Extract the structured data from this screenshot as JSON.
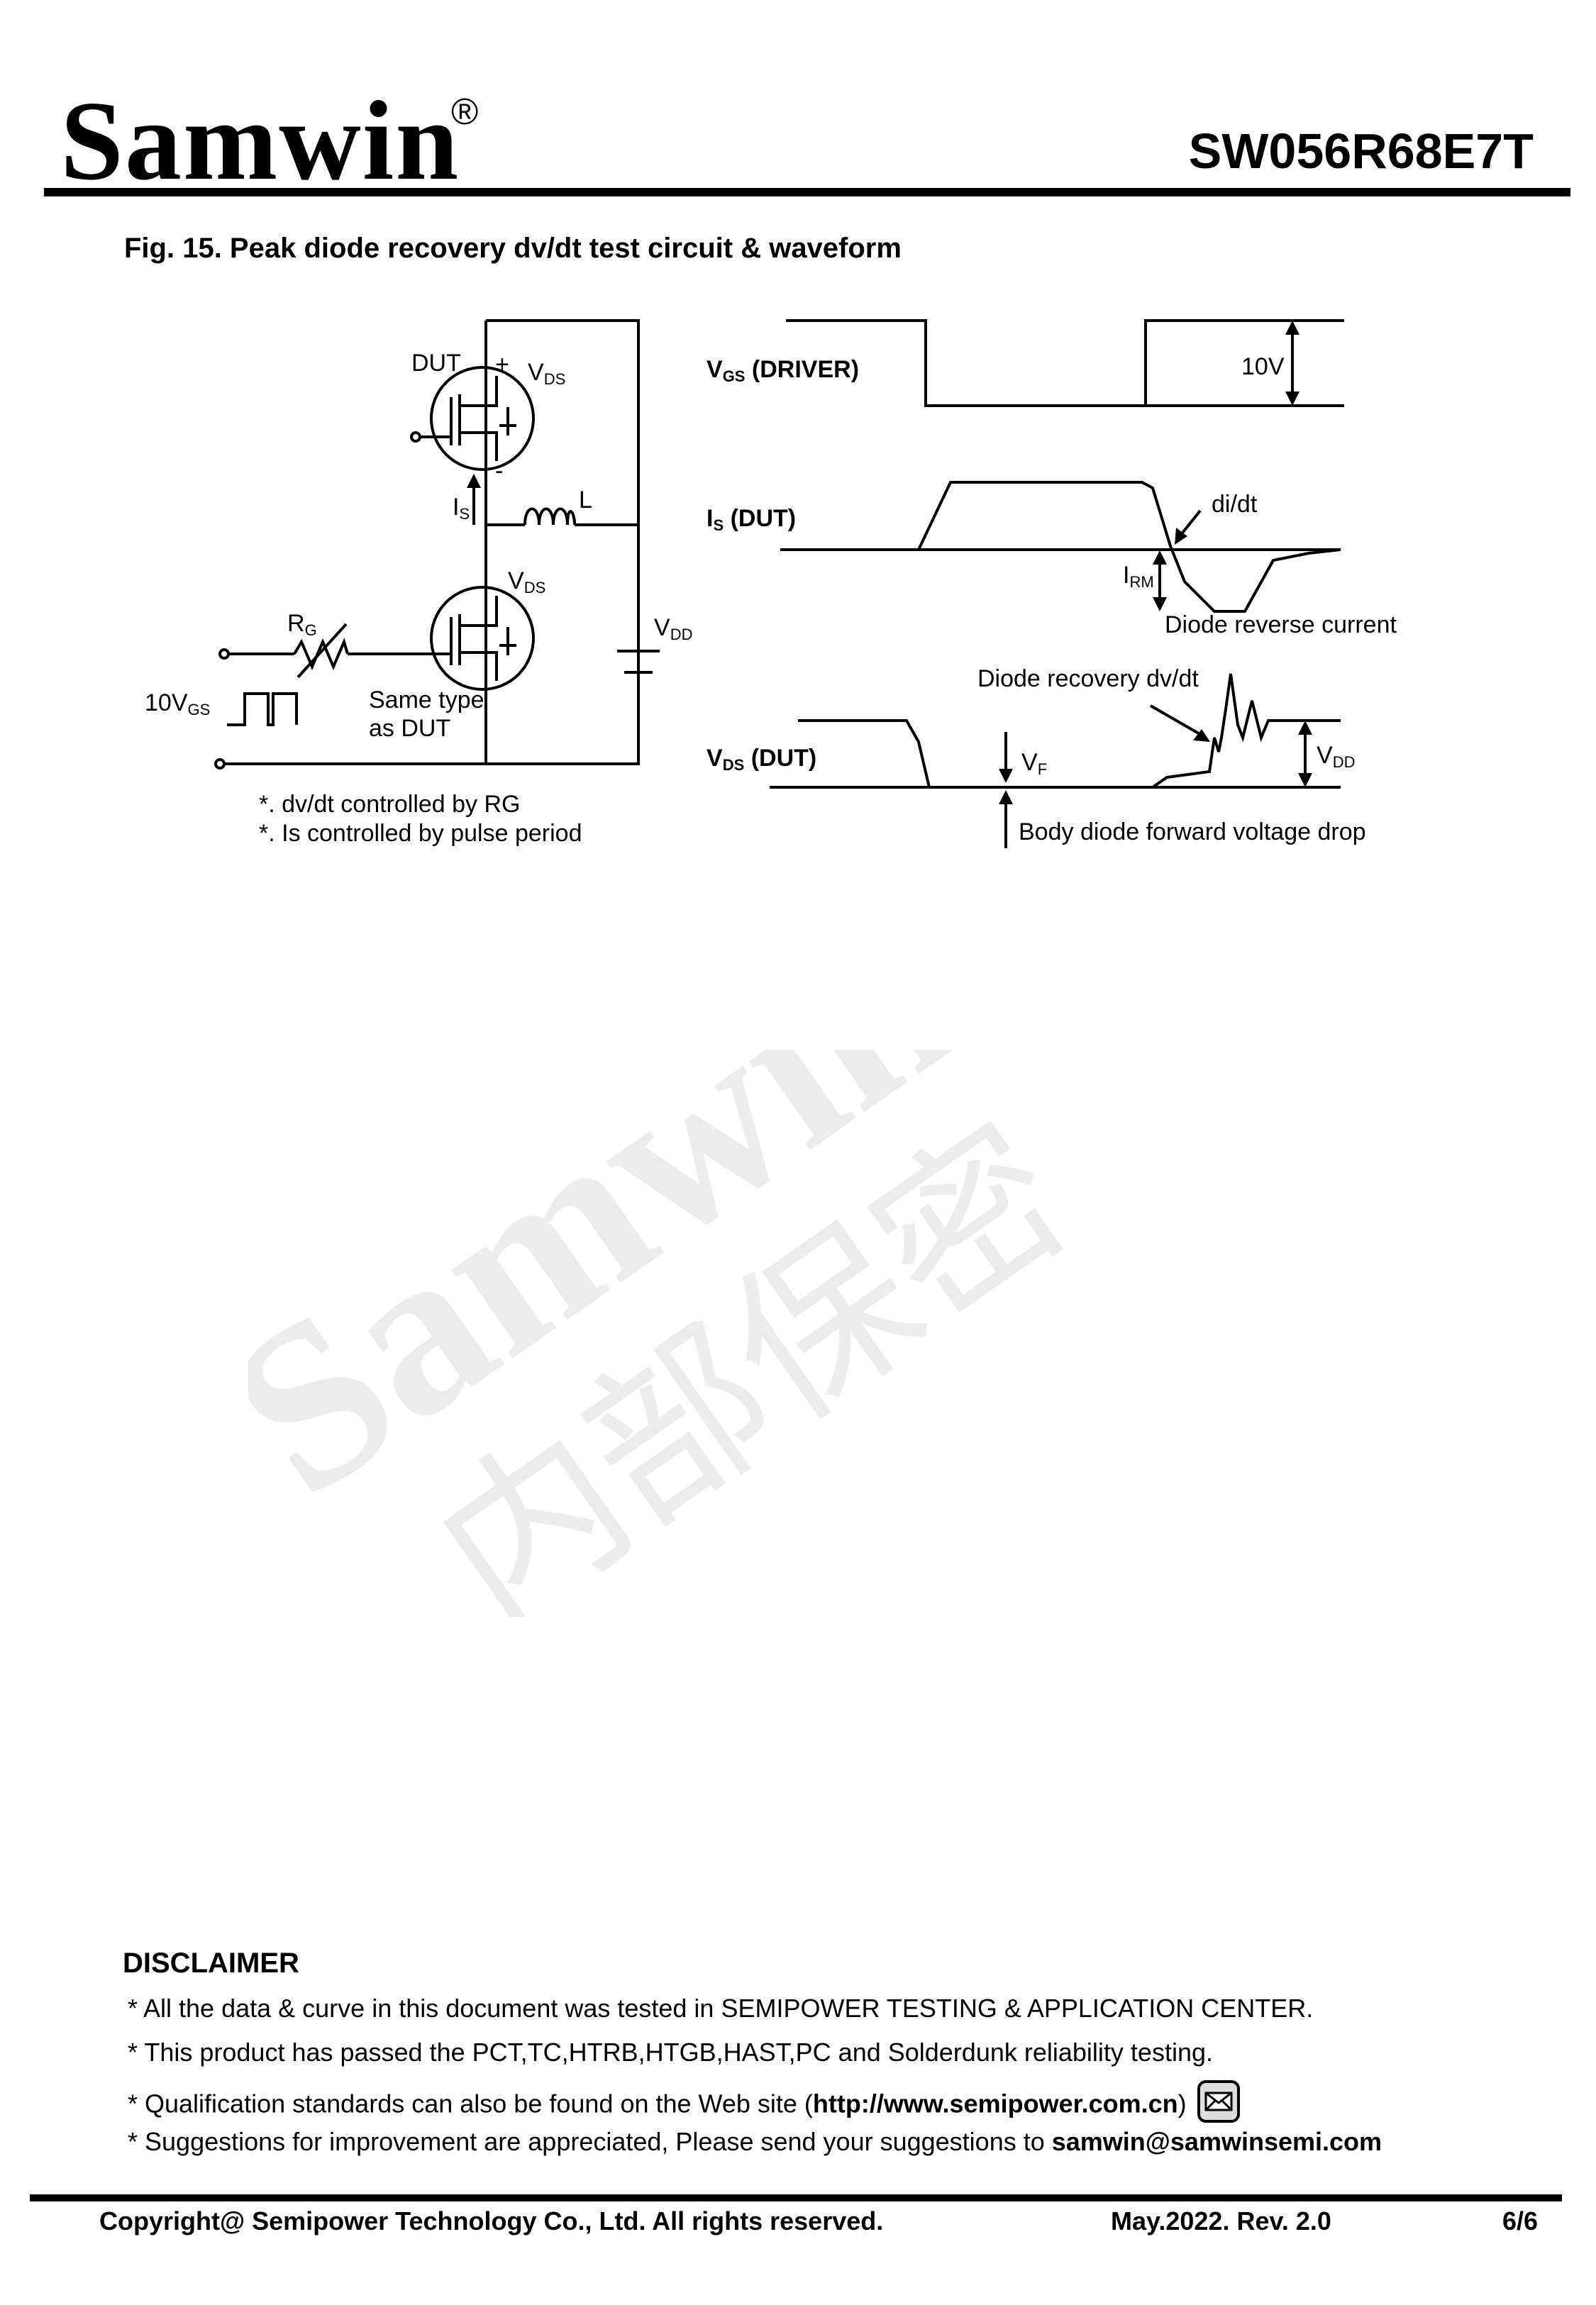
{
  "header": {
    "logo": "Samwin",
    "logo_mark": "®",
    "part_number": "SW056R68E7T"
  },
  "figure": {
    "title": "Fig. 15. Peak diode recovery dv/dt test circuit & waveform",
    "circuit": {
      "dut_label": "DUT",
      "plus": "+",
      "minus": "-",
      "vds_v": "V",
      "vds_sub": "DS",
      "is_i": "I",
      "is_sub": "S",
      "inductor_label": "L",
      "rg_r": "R",
      "rg_sub": "G",
      "vdd_v": "V",
      "vdd_sub": "DD",
      "vgs_prefix": "10V",
      "vgs_sub": "GS",
      "same_type_1": "Same type",
      "same_type_2": "as DUT",
      "note_1": "*. dv/dt controlled by RG",
      "note_2": "*. Is controlled by pulse period"
    },
    "waveform": {
      "vgs_label_v": "V",
      "vgs_label_sub": "GS",
      "vgs_label_rest": " (DRIVER)",
      "amplitude": "10V",
      "is_label_i": "I",
      "is_label_sub": "S",
      "is_label_rest": " (DUT)",
      "didt": "di/dt",
      "irm_i": "I",
      "irm_sub": "RM",
      "reverse_current": "Diode reverse current",
      "recovery_dvdt": "Diode recovery dv/dt",
      "vds_label_v": "V",
      "vds_label_sub": "DS",
      "vds_label_rest": " (DUT)",
      "vf_v": "V",
      "vf_sub": "F",
      "vdd_v": "V",
      "vdd_sub": "DD",
      "body_drop": "Body diode forward voltage drop"
    }
  },
  "watermark": {
    "brand": "Samwin",
    "mark": "®",
    "confidential": "内部保密"
  },
  "disclaimer": {
    "title": "DISCLAIMER",
    "line1": "* All the data & curve in this document was tested in SEMIPOWER TESTING & APPLICATION CENTER.",
    "line2": "* This product has passed the PCT,TC,HTRB,HTGB,HAST,PC and Solderdunk reliability testing.",
    "line3_pre": "* Qualification standards can also be found on the Web site (",
    "line3_url": "http://www.semipower.com.cn",
    "line3_post": ")",
    "line4_pre": "* Suggestions for improvement are appreciated, Please send your suggestions to ",
    "line4_email": "samwin@samwinsemi.com"
  },
  "footer": {
    "copyright": "Copyright@ Semipower Technology Co., Ltd. All rights reserved.",
    "date_rev": "May.2022. Rev. 2.0",
    "page": "6/6"
  }
}
